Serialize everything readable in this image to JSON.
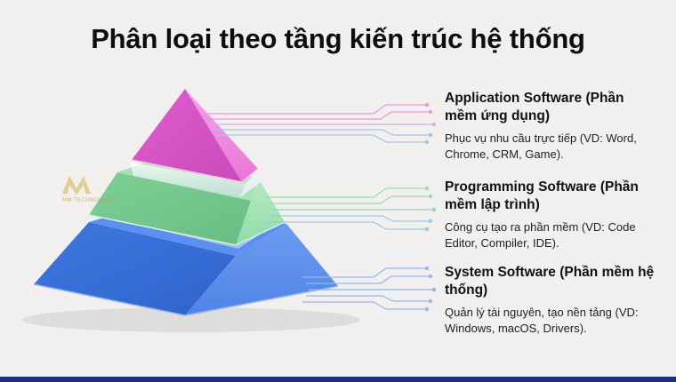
{
  "title": "Phân loại theo tầng kiến trúc hệ thống",
  "watermark": {
    "letter": "M",
    "text": "MM TECHNOLOGY"
  },
  "layers": [
    {
      "title": "Application Software (Phần mềm ứng dụng)",
      "description": "Phục vụ nhu cầu trực tiếp (VD: Word, Chrome, CRM, Game).",
      "color": "#e26ad0"
    },
    {
      "title": "Programming Software (Phần mềm lập trình)",
      "description": "Công cụ tạo ra phần mềm (VD: Code Editor, Compiler, IDE).",
      "color": "#8ed8a3"
    },
    {
      "title": "System Software (Phần mềm hệ thống)",
      "description": "Quản lý tài nguyên, tạo nền tảng (VD: Windows, macOS, Drivers).",
      "color": "#4f84e6"
    }
  ]
}
